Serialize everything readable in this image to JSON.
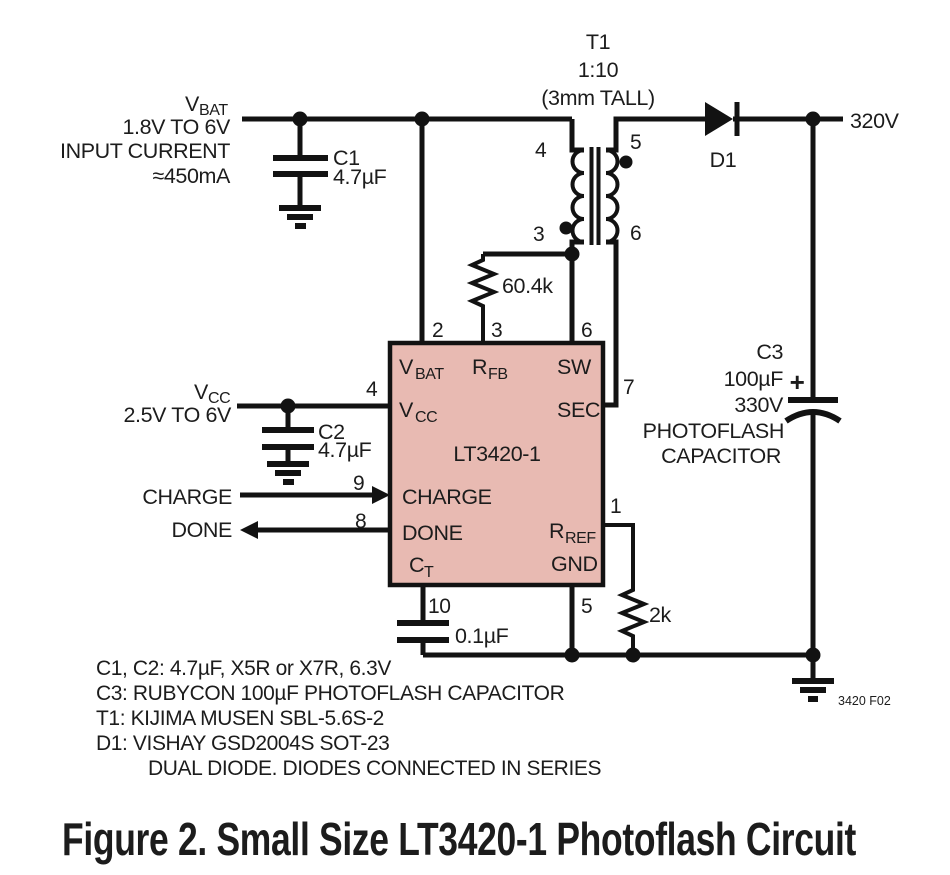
{
  "figure": {
    "caption": "Figure 2. Small Size LT3420-1 Photoflash Circuit",
    "ref_code": "3420 F02"
  },
  "ic": {
    "part_number": "LT3420-1",
    "pins": {
      "vbat": {
        "num": "2",
        "label": "V",
        "sub": "BAT"
      },
      "rfb": {
        "num": "3",
        "label": "R",
        "sub": "FB"
      },
      "sw": {
        "num": "6",
        "label": "SW"
      },
      "vcc": {
        "num": "4",
        "label": "V",
        "sub": "CC"
      },
      "sec": {
        "num": "7",
        "label": "SEC"
      },
      "charge": {
        "num": "9",
        "label": "CHARGE"
      },
      "done": {
        "num": "8",
        "label": "DONE"
      },
      "ct": {
        "num": "10",
        "label": "C",
        "sub": "T"
      },
      "rref": {
        "num": "1",
        "label": "R",
        "sub": "REF"
      },
      "gnd": {
        "num": "5",
        "label": "GND"
      }
    },
    "fill_color": "#e8bab2"
  },
  "transformer": {
    "ref": "T1",
    "turns_ratio": "1:10",
    "height_note": "(3mm TALL)",
    "pin4": "4",
    "pin3": "3",
    "pin5": "5",
    "pin6": "6"
  },
  "inputs": {
    "vbat": {
      "label": "V",
      "sub": "BAT",
      "range": "1.8V TO 6V",
      "current_line1": "INPUT CURRENT",
      "current_line2": "≈450mA"
    },
    "vcc": {
      "label": "V",
      "sub": "CC",
      "range": "2.5V TO 6V"
    },
    "charge": "CHARGE",
    "done": "DONE"
  },
  "output": {
    "voltage": "320V"
  },
  "components": {
    "c1": {
      "ref": "C1",
      "value": "4.7µF"
    },
    "c2": {
      "ref": "C2",
      "value": "4.7µF"
    },
    "c3": {
      "ref": "C3",
      "value": "100µF",
      "polarity": "+",
      "rating": "330V",
      "desc1": "PHOTOFLASH",
      "desc2": "CAPACITOR"
    },
    "ct_cap": {
      "value": "0.1µF"
    },
    "d1": {
      "ref": "D1"
    },
    "rfb_resistor": {
      "value": "60.4k"
    },
    "rref_resistor": {
      "value": "2k"
    }
  },
  "notes": [
    "C1, C2: 4.7µF, X5R or X7R, 6.3V",
    "C3: RUBYCON 100µF PHOTOFLASH CAPACITOR",
    "T1: KIJIMA MUSEN SBL-5.6S-2",
    "D1: VISHAY GSD2004S SOT-23",
    "DUAL DIODE. DIODES CONNECTED IN SERIES"
  ]
}
